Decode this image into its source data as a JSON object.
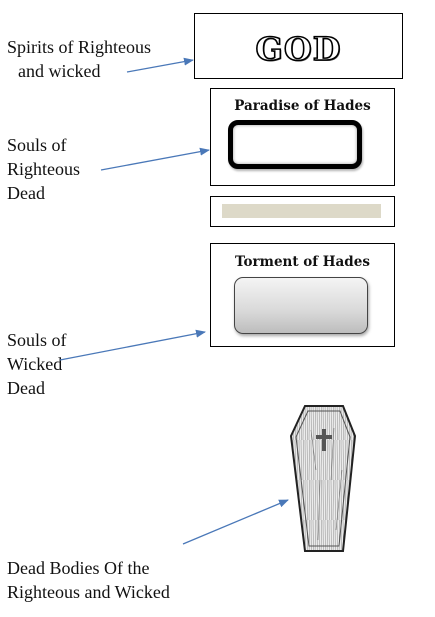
{
  "labels": {
    "spirits_line1": "Spirits of Righteous",
    "spirits_line2": "and wicked",
    "souls_righteous_line1": "Souls of",
    "souls_righteous_line2": "Righteous",
    "souls_righteous_line3": "Dead",
    "souls_wicked_line1": "Souls of",
    "souls_wicked_line2": "Wicked",
    "souls_wicked_line3": "Dead",
    "bodies_line1": "Dead Bodies Of the",
    "bodies_line2": "Righteous and Wicked"
  },
  "boxes": {
    "god": "GOD",
    "paradise": "Paradise of Hades",
    "torment": "Torment of Hades"
  },
  "icons": {
    "coffin": "coffin-icon"
  },
  "colors": {
    "arrow": "#4a78b8",
    "gulf": "#ddd9c8",
    "border": "#000000"
  }
}
